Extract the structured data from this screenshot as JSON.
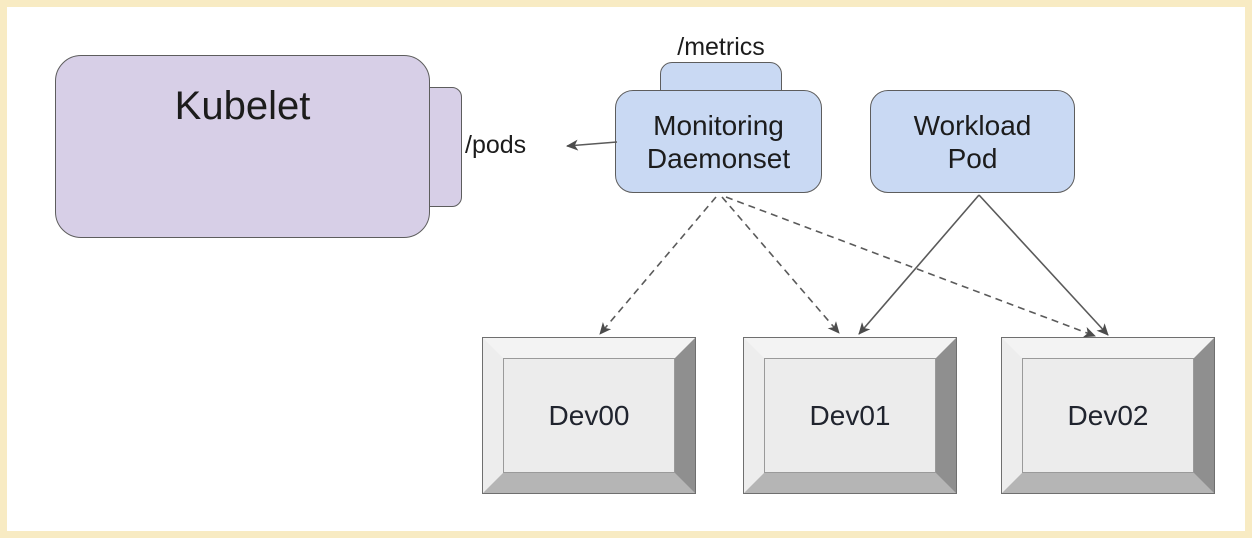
{
  "diagram": {
    "title": "Kubelet monitoring daemonset architecture diagram",
    "nodes": {
      "kubelet": {
        "label": "Kubelet",
        "endpoint_label": "/pods",
        "fill": "#d7cfe7"
      },
      "monitoring": {
        "label": "Monitoring Daemonset",
        "endpoint_label": "/metrics",
        "fill": "#c9d9f3"
      },
      "workload": {
        "label": "Workload Pod",
        "fill": "#c9d9f3"
      },
      "devices": [
        {
          "label": "Dev00"
        },
        {
          "label": "Dev01"
        },
        {
          "label": "Dev02"
        }
      ]
    },
    "edges": [
      {
        "from": "monitoring-daemonset",
        "to": "kubelet-pods-endpoint",
        "style": "solid"
      },
      {
        "from": "monitoring-daemonset",
        "to": "dev00",
        "style": "dashed"
      },
      {
        "from": "monitoring-daemonset",
        "to": "dev01",
        "style": "dashed"
      },
      {
        "from": "monitoring-daemonset",
        "to": "dev02",
        "style": "dashed"
      },
      {
        "from": "workload-pod",
        "to": "dev01",
        "style": "solid"
      },
      {
        "from": "workload-pod",
        "to": "dev02",
        "style": "solid"
      }
    ],
    "colors": {
      "frame_border": "#f8ebc3",
      "node_purple": "#d7cfe7",
      "node_blue": "#c9d9f3",
      "node_border": "#5d5d5d",
      "arrow": "#5a5a5a",
      "device_face": "#ececec",
      "device_bevel_light": "#f3f3f3",
      "device_bevel_dark": "#8f8f8f",
      "device_bevel_bottom": "#b5b5b5"
    }
  }
}
